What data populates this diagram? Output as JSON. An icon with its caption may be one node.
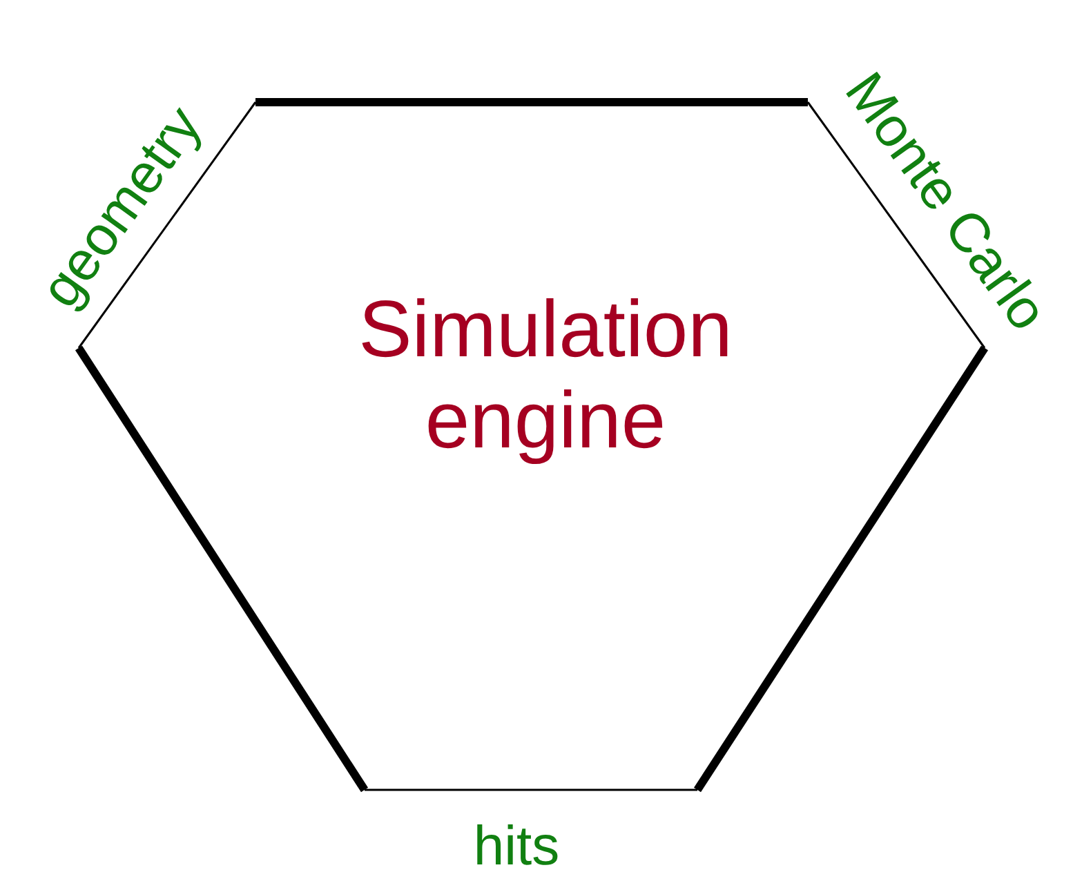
{
  "diagram": {
    "nodes": [
      {
        "text": [
          "Simulation engine"
        ]
      }
    ],
    "labels": [
      "geometry",
      "Monte Carlo",
      "hits"
    ]
  }
}
